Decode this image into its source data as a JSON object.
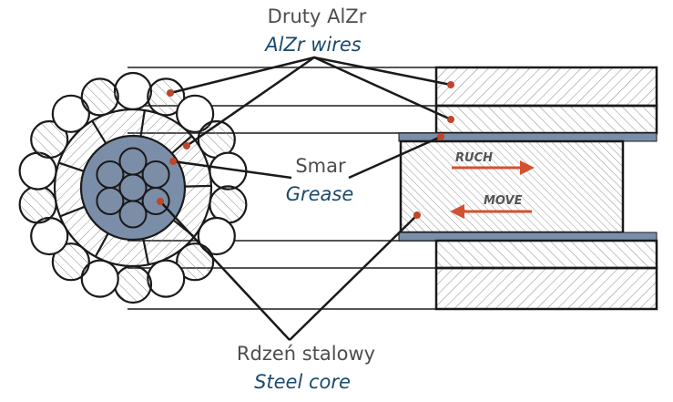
{
  "labels": {
    "alzr_pl": "Druty AlZr",
    "alzr_en": "AlZr wires",
    "grease_pl": "Smar",
    "grease_en": "Grease",
    "core_pl": "Rdzeń stalowy",
    "core_en": "Steel core",
    "move_pl": "RUCH",
    "move_en": "MOVE"
  },
  "colors": {
    "outline": "#1a1a1a",
    "hatch": "#8a8a8a",
    "grease": "#7b8ea9",
    "leader_dot": "#c0452a",
    "arrow": "#d2522f",
    "english_text": "#1b4a6b",
    "polish_text": "#4d4d4d"
  }
}
